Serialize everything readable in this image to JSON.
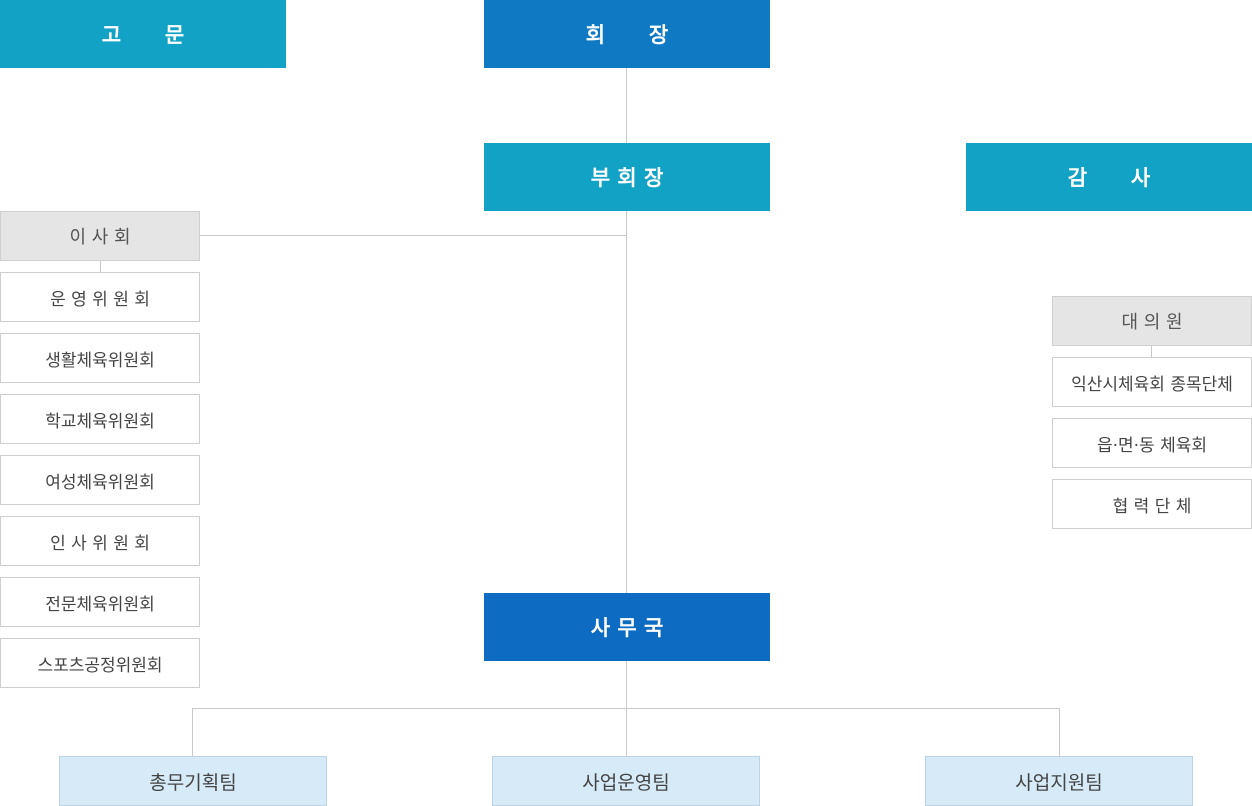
{
  "nodes": {
    "advisor": "고      문",
    "chairman": "회      장",
    "vice_chairman": "부 회 장",
    "auditor": "감      사",
    "secretariat": "사 무 국"
  },
  "board": {
    "title": "이 사 회",
    "committees": [
      "운 영 위 원 회",
      "생활체육위원회",
      "학교체육위원회",
      "여성체육위원회",
      "인 사 위 원 회",
      "전문체육위원회",
      "스포츠공정위원회"
    ]
  },
  "delegates": {
    "title": "대 의 원",
    "members": [
      "익산시체육회 종목단체",
      "읍·면·동 체육회",
      "협 력 단 체"
    ]
  },
  "teams": [
    "총무기획팀",
    "사업운영팀",
    "사업지원팀"
  ],
  "colors": {
    "dark_blue": "#0f7ac3",
    "teal": "#12a2c6",
    "gray": "#e5e5e5",
    "light_blue": "#d6eaf8",
    "line": "#c8c8c8"
  }
}
